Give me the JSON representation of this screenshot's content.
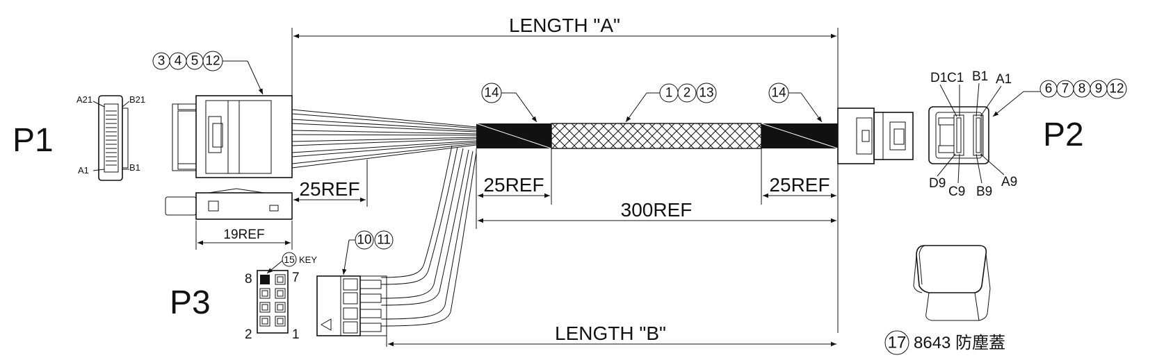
{
  "labels": {
    "p1": "P1",
    "p2": "P2",
    "p3": "P3"
  },
  "dimensions": {
    "length_a": "LENGTH \"A\"",
    "length_b": "LENGTH \"B\"",
    "ref_25_p1": "25REF",
    "ref_25_left": "25REF",
    "ref_25_right": "25REF",
    "ref_300": "300REF",
    "ref_19": "19REF"
  },
  "balloons": {
    "p1_items": [
      "3",
      "4",
      "5",
      "12"
    ],
    "p2_items": [
      "6",
      "7",
      "8",
      "9",
      "12"
    ],
    "cable_items": [
      "1",
      "2",
      "13"
    ],
    "tape_left": "14",
    "tape_right": "14",
    "p3_items": [
      "10",
      "11"
    ],
    "key_item": "15",
    "cap_item": "17"
  },
  "pins": {
    "p1": {
      "a21": "A21",
      "b21": "B21",
      "a1": "A1",
      "b1": "B1"
    },
    "p2": {
      "d1": "D1",
      "c1": "C1",
      "b1": "B1",
      "a1": "A1",
      "d9": "D9",
      "c9": "C9",
      "b9": "B9",
      "a9": "A9"
    },
    "p3": {
      "p8": "8",
      "p7": "7",
      "p2": "2",
      "p1": "1",
      "key": "KEY"
    }
  },
  "cap": {
    "label": "8643 防塵蓋"
  },
  "colors": {
    "ink": "#111111",
    "background": "#ffffff"
  }
}
